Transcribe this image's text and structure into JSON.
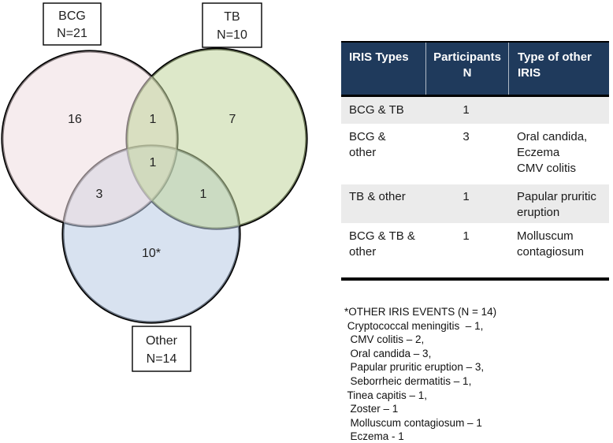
{
  "venn": {
    "sets": [
      {
        "label": "BCG",
        "n_label": "N=21"
      },
      {
        "label": "TB",
        "n_label": "N=10"
      },
      {
        "label": "Other",
        "n_label": "N=14"
      }
    ],
    "regions": {
      "bcg_only": "16",
      "bcg_tb": "1",
      "tb_only": "7",
      "bcg_tb_other": "1",
      "bcg_other": "3",
      "tb_other": "1",
      "other_only": "10*"
    },
    "colors": {
      "bcg_fill": "#f6ecee",
      "tb_fill": "#dde8c9",
      "other_fill": "#d8e2f0",
      "outline": "#000000"
    }
  },
  "table": {
    "header_bg": "#1f3a5c",
    "alt_row_bg": "#ebebeb",
    "headers": {
      "col1": "IRIS Types",
      "col2": "Participants\nN",
      "col3": "Type of other\nIRIS"
    },
    "rows": [
      {
        "type": "BCG & TB",
        "n": "1",
        "other": ""
      },
      {
        "type": "BCG &\nother",
        "n": "3",
        "other": "Oral candida,\nEczema\nCMV colitis"
      },
      {
        "type": "TB & other",
        "n": "1",
        "other": "Papular pruritic\neruption"
      },
      {
        "type": "BCG & TB &\nother",
        "n": "1",
        "other": "Molluscum\ncontagiosum"
      }
    ]
  },
  "footnote": {
    "lines": [
      "*OTHER IRIS EVENTS (N = 14)",
      " Cryptococcal meningitis  – 1,",
      "  CMV colitis – 2,",
      "  Oral candida – 3,",
      "  Papular pruritic eruption – 3,",
      "  Seborrheic dermatitis – 1,",
      " Tinea capitis – 1,",
      "  Zoster – 1",
      "  Molluscum contagiosum – 1",
      "  Eczema - 1"
    ]
  }
}
